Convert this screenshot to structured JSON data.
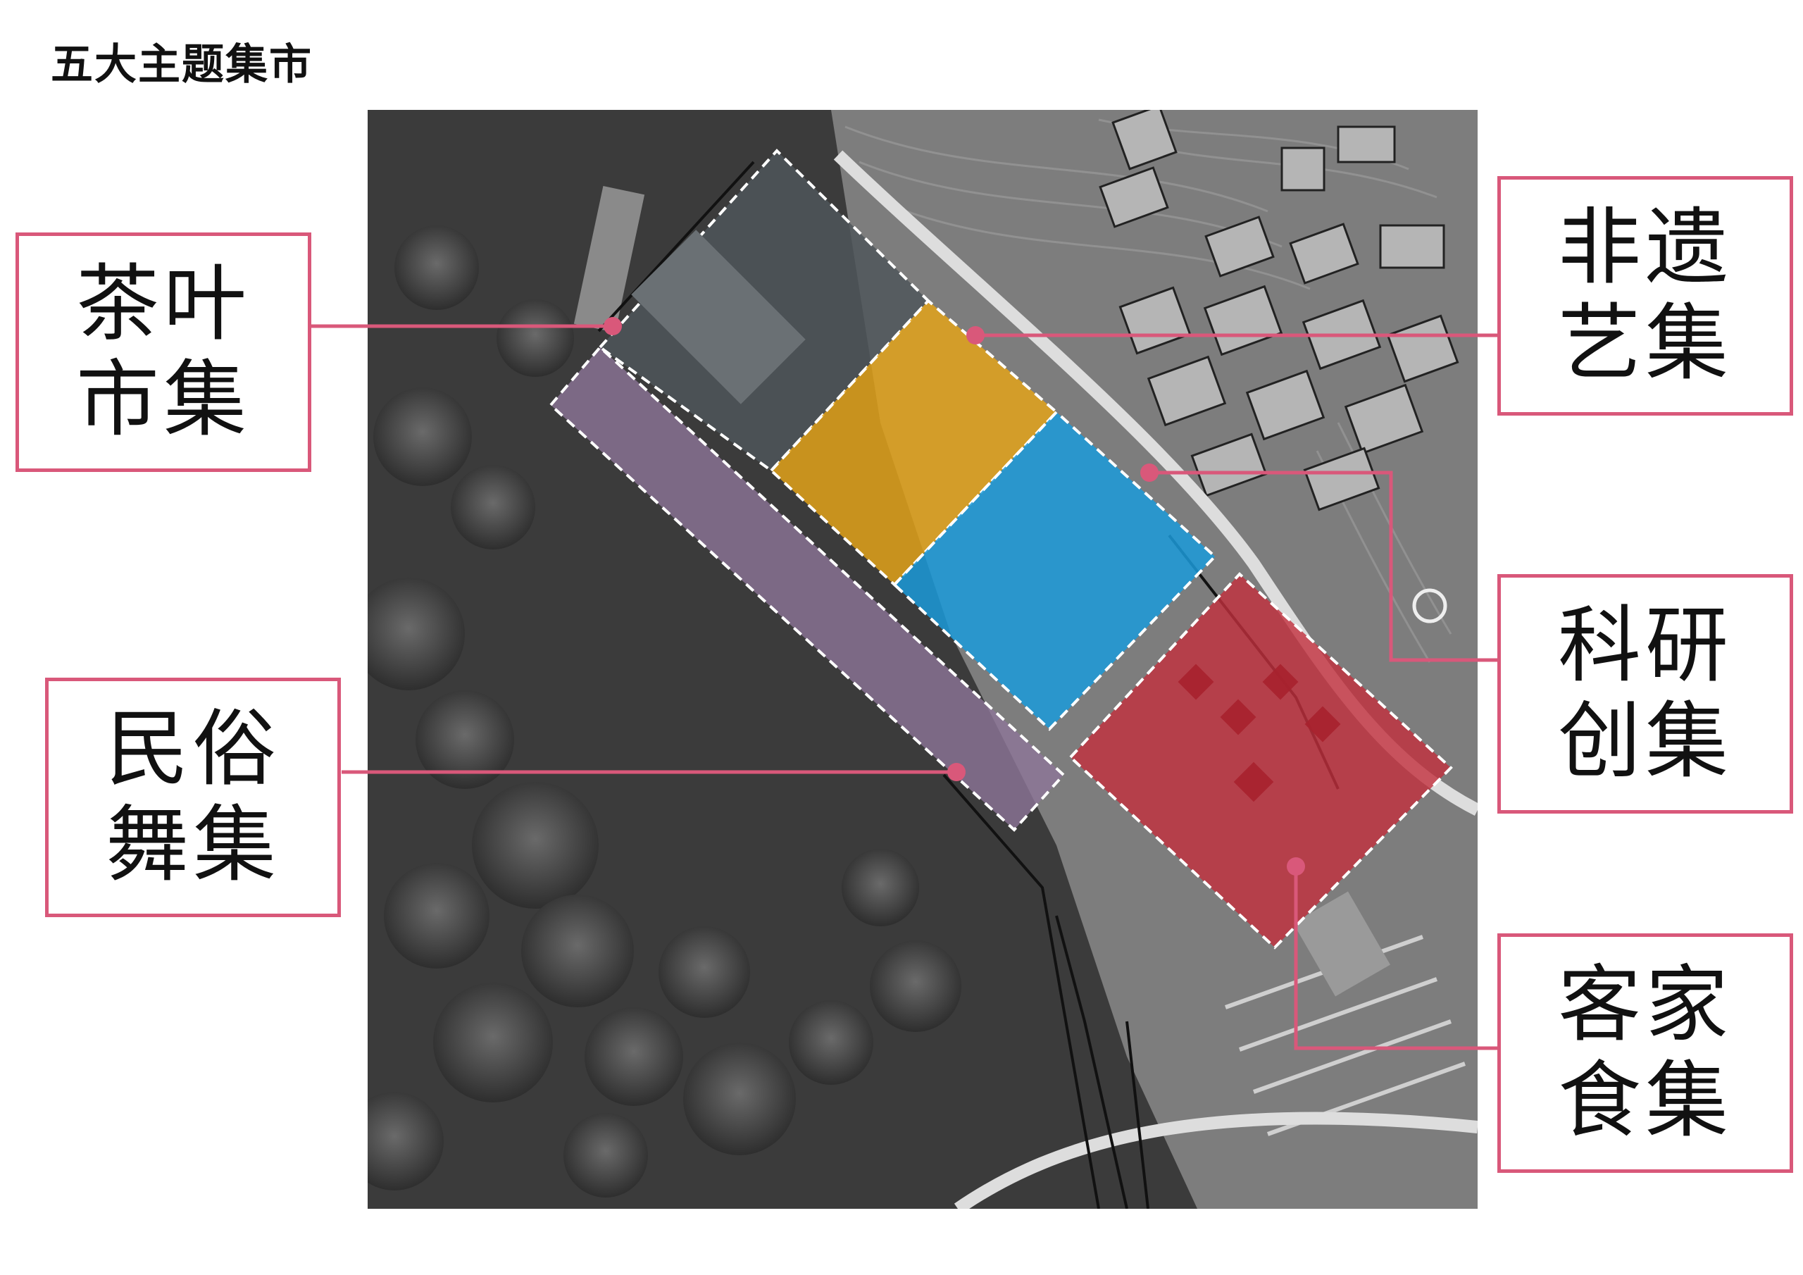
{
  "page_title": "五大主题集市",
  "colors": {
    "callout_border": "#d9587a",
    "tea_zone": "#4f565b",
    "craft_zone": "#e2a21a",
    "research_zone": "#1b9ad9",
    "food_zone": "#c3303d",
    "folk_zone": "#8d7598",
    "basemap": "#3a3a3a"
  },
  "zones": [
    {
      "id": "tea",
      "line1": "茶叶",
      "line2": "市集"
    },
    {
      "id": "craft",
      "line1": "非遗",
      "line2": "艺集"
    },
    {
      "id": "research",
      "line1": "科研",
      "line2": "创集"
    },
    {
      "id": "folk",
      "line1": "民俗",
      "line2": "舞集"
    },
    {
      "id": "food",
      "line1": "客家",
      "line2": "食集"
    }
  ]
}
